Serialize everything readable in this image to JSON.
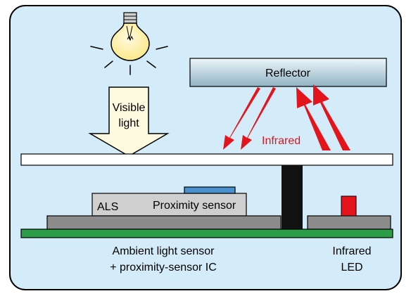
{
  "labels": {
    "reflector": "Reflector",
    "visible_light_line1": "Visible",
    "visible_light_line2": "light",
    "infrared": "Infrared",
    "als": "ALS",
    "proximity_sensor": "Proximity sensor",
    "ic_caption_line1": "Ambient light sensor",
    "ic_caption_line2": "+ proximity-sensor IC",
    "led_caption_line1": "Infrared",
    "led_caption_line2": "LED"
  },
  "colors": {
    "panel_background": "#d4ecf9",
    "panel_border": "#000000",
    "reflector_top": "#eef7fb",
    "reflector_bottom": "#8fb2c3",
    "pcb_green": "#2d9e48",
    "chip_gray": "#8c8c8c",
    "als_package": "#cfcfcf",
    "prox_window_blue": "#4a8fce",
    "barrier_black": "#111111",
    "led_red": "#e3141b",
    "infrared_red": "#e3141b",
    "visible_light_arrow": "#fdfadf",
    "bulb_yellow": "#fbf2a6"
  }
}
